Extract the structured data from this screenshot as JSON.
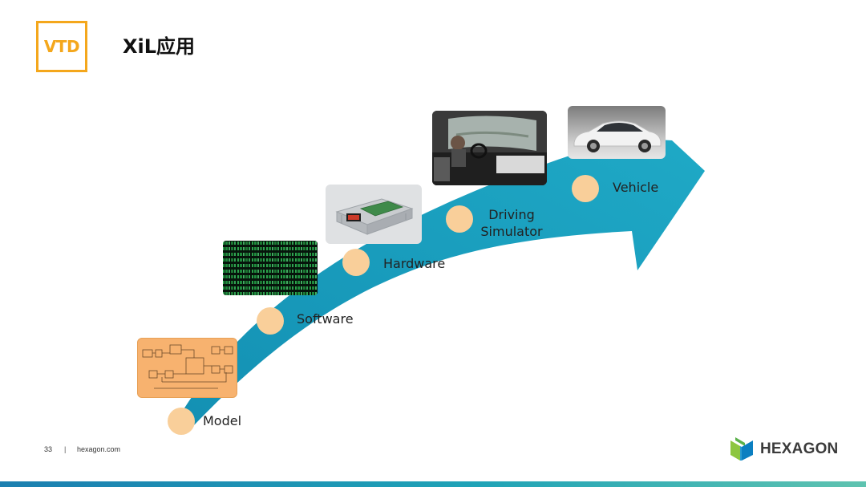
{
  "header": {
    "logo_text": "VTD",
    "title": "XiL应用"
  },
  "stages": [
    {
      "label": "Model"
    },
    {
      "label": "Software"
    },
    {
      "label": "Hardware"
    },
    {
      "label": "Driving Simulator",
      "lines": [
        "Driving",
        "Simulator"
      ]
    },
    {
      "label": "Vehicle"
    }
  ],
  "footer": {
    "page_number": "33",
    "separator": "|",
    "website": "hexagon.com",
    "brand": "HEXAGON"
  },
  "colors": {
    "accent_orange": "#f4a71c",
    "arrow_teal": "#1a9bbb",
    "marker_peach": "#f9cf9a",
    "brand_green": "#8dc63f",
    "brand_blue": "#0b7fc1"
  }
}
